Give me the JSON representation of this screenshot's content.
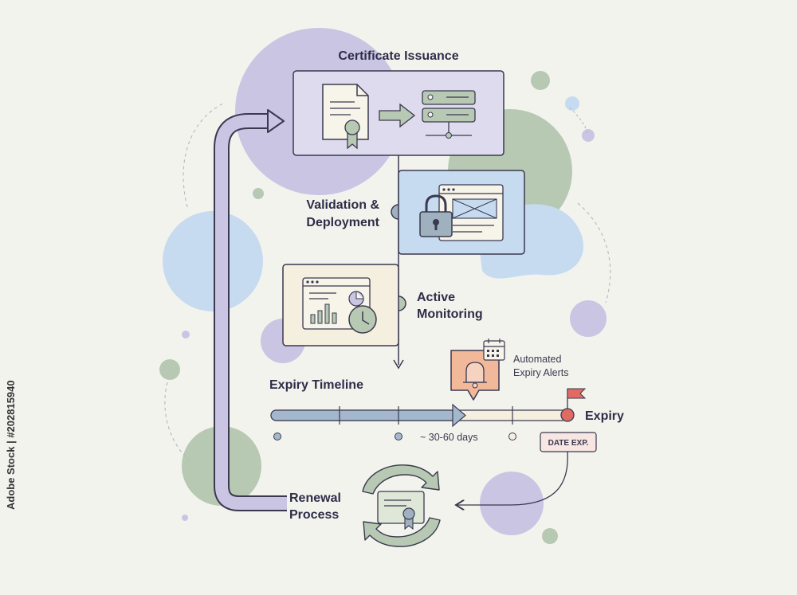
{
  "steps": {
    "issuance": "Certificate Issuance",
    "validation_line1": "Validation &",
    "validation_line2": "Deployment",
    "monitoring_line1": "Active",
    "monitoring_line2": "Monitoring",
    "renewal_line1": "Renewal",
    "renewal_line2": "Process"
  },
  "timeline": {
    "title": "Expiry Timeline",
    "window_label": "~ 30-60 days",
    "expiry_label": "Expiry",
    "date_tag": "DATE EXP.",
    "alerts_line1": "Automated",
    "alerts_line2": "Expiry Alerts"
  },
  "stock_id": "Adobe Stock | #202815940",
  "colors": {
    "purple": "#c9c5e3",
    "green": "#b7c9b2",
    "blue": "#c6daf0",
    "cream": "#f5efdf",
    "salmon": "#f2b89a",
    "outline": "#3a394f",
    "accent_red": "#e06b63"
  }
}
